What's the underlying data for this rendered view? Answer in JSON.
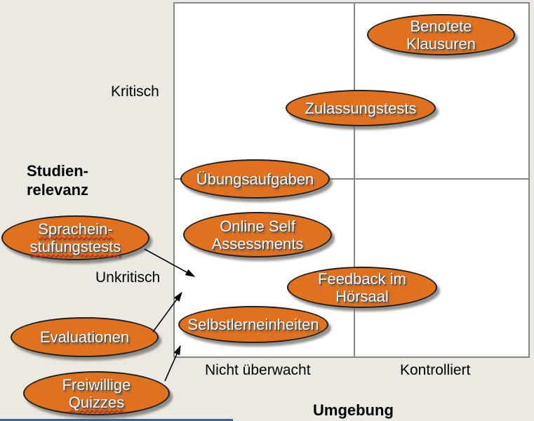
{
  "colors": {
    "background": "#ECE9E2",
    "ellipse_fill": "#E0711E",
    "ellipse_border": "#1F1F1F",
    "grid_line": "#868686",
    "spellcheck_underline": "#FF1A00",
    "bottom_bar": "#3D6399"
  },
  "axes": {
    "y_title": {
      "line1": "Studien-",
      "line2": "relevanz"
    },
    "y_high": "Kritisch",
    "y_low": "Unkritisch",
    "x_title": "Umgebung",
    "x_left": "Nicht überwacht",
    "x_right": "Kontrolliert"
  },
  "ellipses": {
    "benotete_klausuren": {
      "line1": "Benotete",
      "line2": "Klausuren"
    },
    "zulassungstests": {
      "line1": "Zulassungstests"
    },
    "uebungsaufgaben": {
      "line1": "Übungsaufgaben"
    },
    "online_self_assessments": {
      "line1": "Online Self",
      "line2": "Assessments"
    },
    "feedback_im_hoersaal": {
      "line1": "Feedback im",
      "line2": "Hörsaal"
    },
    "selbstlerneinheiten": {
      "line1": "Selbstlerneinheiten"
    },
    "spracheinstufungstests": {
      "line1": "Sprachein-",
      "line2": "stufungstests"
    },
    "evaluationen": {
      "line1": "Evaluationen"
    },
    "freiwillige_quizzes": {
      "line1": "Freiwillige",
      "line2": "Quizzes"
    }
  }
}
